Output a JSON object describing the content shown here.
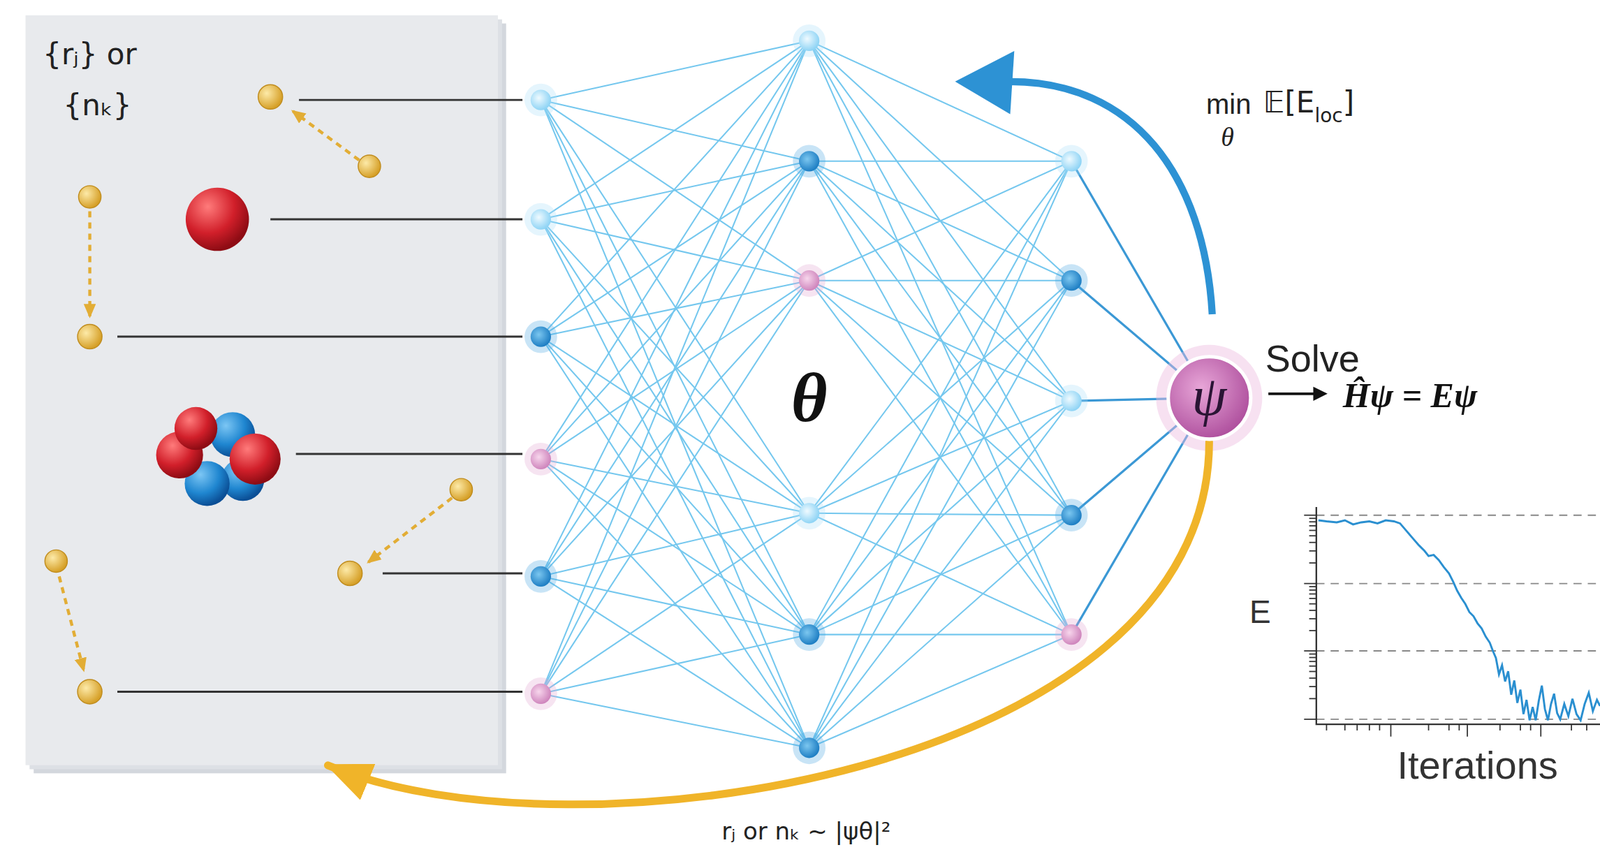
{
  "diagram": {
    "nodes": [
      {
        "text": [
          "{rⱼ} or",
          "{nₖ}"
        ]
      },
      {
        "text": [
          "ψ"
        ]
      }
    ],
    "edges": [
      {
        "from": 1,
        "to": 0,
        "arrow": "to",
        "label": "rⱼ or nₖ ~ |ψθ|²"
      }
    ],
    "labels": [
      "θ",
      "min",
      "θ",
      "𝔼[E",
      "loc",
      "]",
      "Solve",
      "Ĥψ = Eψ",
      "E",
      "Iterations"
    ]
  }
}
